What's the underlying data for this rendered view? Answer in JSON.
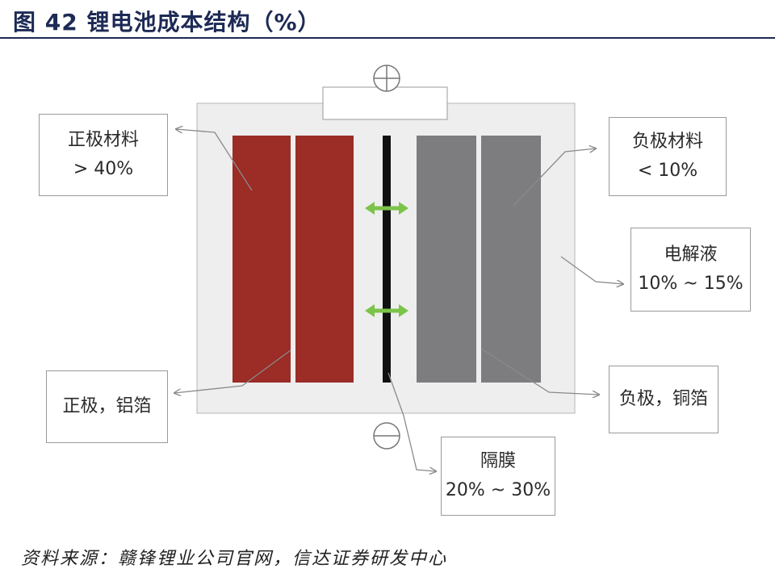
{
  "title": "图 42 锂电池成本结构（%）",
  "labels": {
    "cathode_material": {
      "name": "正极材料",
      "share": "> 40%"
    },
    "anode_material": {
      "name": "负极材料",
      "share": "< 10%"
    },
    "electrolyte": {
      "name": "电解液",
      "share": "10% ~ 15%"
    },
    "cathode_foil": {
      "name": "正极，铝箔"
    },
    "anode_foil": {
      "name": "负极，铜箔"
    },
    "separator": {
      "name": "隔膜",
      "share": "20% ~ 30%"
    }
  },
  "terminals": {
    "positive": "⊕",
    "negative": "⊖"
  },
  "colors": {
    "cathode": "#9b2c26",
    "anode": "#7d7d7f",
    "separator": "#111111",
    "arrow": "#7cc34a",
    "casing": "#eeeeee"
  },
  "source": "资料来源：赣锋锂业公司官网，信达证券研发中心"
}
